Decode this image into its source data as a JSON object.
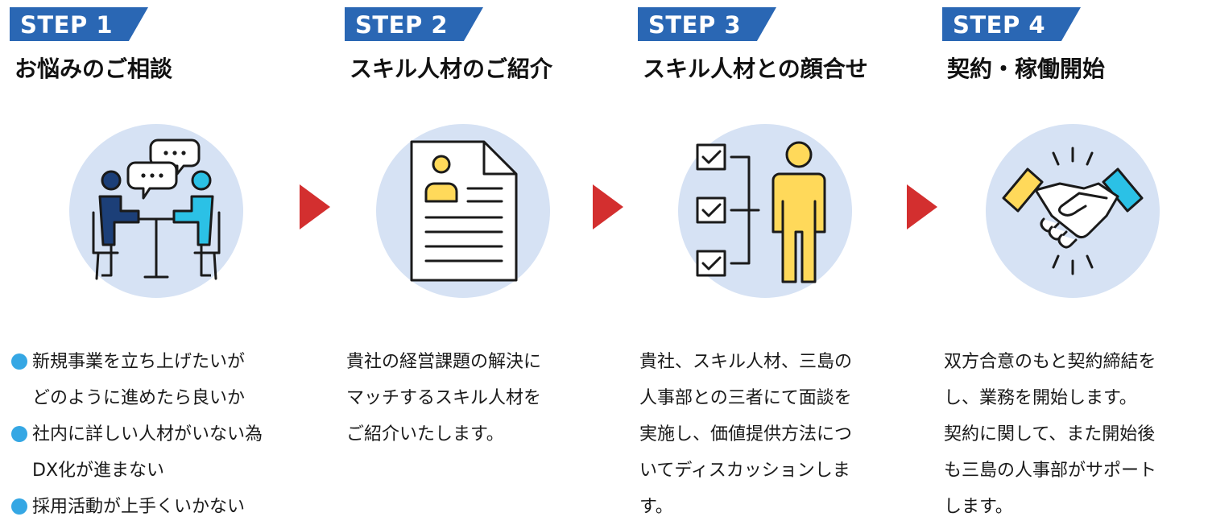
{
  "steps": [
    {
      "badge": "STEP 1",
      "title": "お悩みのご相談",
      "icon": "consultation-icon",
      "bullets": [
        {
          "lines": [
            "新規事業を立ち上げたいが",
            "どのように進めたら良いか"
          ]
        },
        {
          "lines": [
            "社内に詳しい人材がいない為",
            "DX化が進まない"
          ]
        },
        {
          "lines": [
            "採用活動が上手くいかない"
          ]
        }
      ]
    },
    {
      "badge": "STEP 2",
      "title": "スキル人材のご紹介",
      "icon": "resume-document-icon",
      "lines": [
        "貴社の経営課題の解決に",
        "マッチするスキル人材を",
        "ご紹介いたします。"
      ]
    },
    {
      "badge": "STEP 3",
      "title": "スキル人材との顔合せ",
      "icon": "checklist-person-icon",
      "lines": [
        "貴社、スキル人材、三島の",
        "人事部との三者にて面談を",
        "実施し、価値提供方法につ",
        "いてディスカッションしま",
        "す。"
      ]
    },
    {
      "badge": "STEP 4",
      "title": "契約・稼働開始",
      "icon": "handshake-icon",
      "lines": [
        "双方合意のもと契約締結を",
        "し、業務を開始します。",
        "契約に関して、また開始後",
        "も三島の人事部がサポート",
        "します。"
      ]
    }
  ],
  "colors": {
    "badge": "#2a67b4",
    "circle": "#d6e2f4",
    "arrow": "#d32f2f",
    "bullet": "#35a7e4",
    "yellow": "#ffd95a",
    "cyan": "#2bc1e6",
    "navy": "#1c3f78"
  }
}
